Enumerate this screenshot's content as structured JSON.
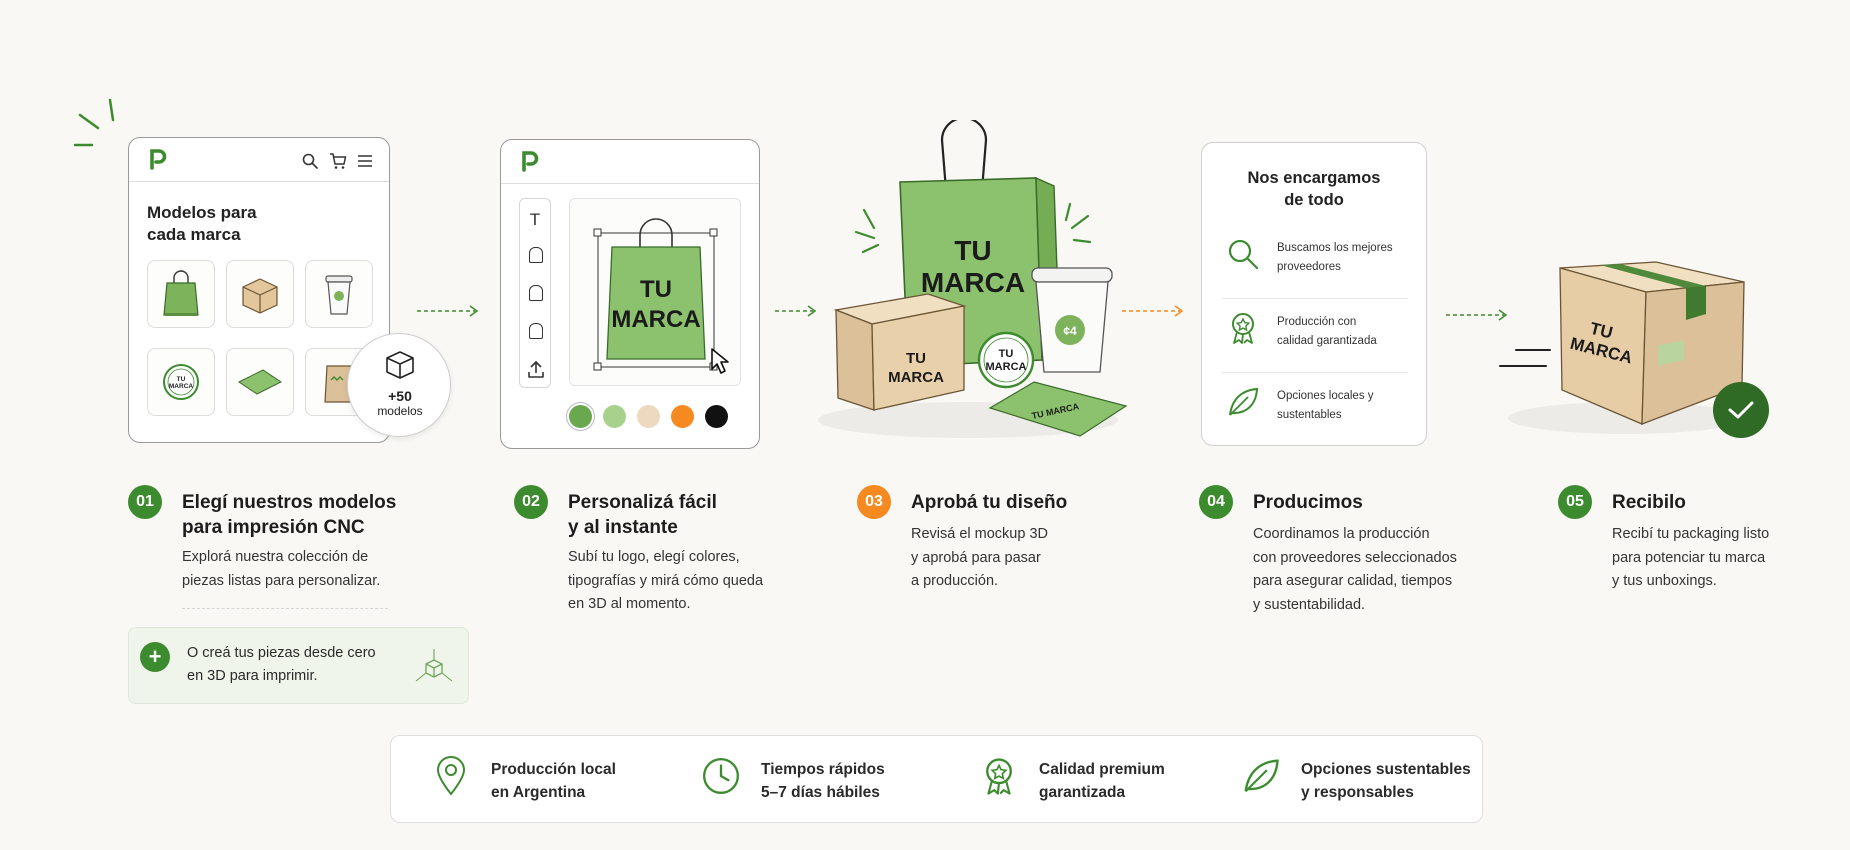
{
  "card1": {
    "title": "Modelos para\ncada marca",
    "badge_count": "+50",
    "badge_label": "modelos"
  },
  "mock_text": {
    "tu": "TU",
    "marca": "MARCA"
  },
  "swatches": [
    "#6aa84f",
    "#a9d18e",
    "#ecd9bf",
    "#f6891f",
    "#111111"
  ],
  "nos": {
    "title": "Nos encargamos\nde todo",
    "items": [
      {
        "label": "Buscamos los mejores\nproveedores",
        "icon": "search-icon"
      },
      {
        "label": "Producción con\ncalidad garantizada",
        "icon": "award-icon"
      },
      {
        "label": "Opciones locales y\nsustentables",
        "icon": "leaf-icon"
      }
    ]
  },
  "steps": [
    {
      "num": "01",
      "title": "Elegí nuestros modelos\npara impresión CNC",
      "desc": "Explorá nuestra colección de\npiezas listas para personalizar.",
      "color": "#3d8b2f"
    },
    {
      "num": "02",
      "title": "Personalizá fácil\ny al instante",
      "desc": "Subí tu logo, elegí colores,\ntipografías y mirá cómo queda\nen 3D al momento.",
      "color": "#3d8b2f"
    },
    {
      "num": "03",
      "title": "Aprobá tu diseño",
      "desc": "Revisá el mockup 3D\ny aprobá para pasar\na producción.",
      "color": "#f6891f"
    },
    {
      "num": "04",
      "title": "Producimos",
      "desc": "Coordinamos la producción\ncon proveedores seleccionados\npara asegurar calidad, tiempos\ny sustentabilidad.",
      "color": "#3d8b2f"
    },
    {
      "num": "05",
      "title": "Recibilo",
      "desc": "Recibí tu packaging listo\npara potenciar tu marca\ny tus unboxings.",
      "color": "#3d8b2f"
    }
  ],
  "create_box": {
    "text": "O creá tus piezas desde cero\nen 3D para imprimir."
  },
  "features": [
    {
      "label": "Producción local\nen Argentina",
      "icon": "location-pin-icon"
    },
    {
      "label": "Tiempos rápidos\n5–7 días hábiles",
      "icon": "clock-icon"
    },
    {
      "label": "Calidad premium\ngarantizada",
      "icon": "award-icon"
    },
    {
      "label": "Opciones sustentables\ny responsables",
      "icon": "leaf-icon"
    }
  ],
  "colors": {
    "green": "#3d8b2f",
    "light_green": "#8cc26d",
    "orange": "#f6891f",
    "kraft": "#e9d3b2",
    "background": "#f9f8f5"
  }
}
